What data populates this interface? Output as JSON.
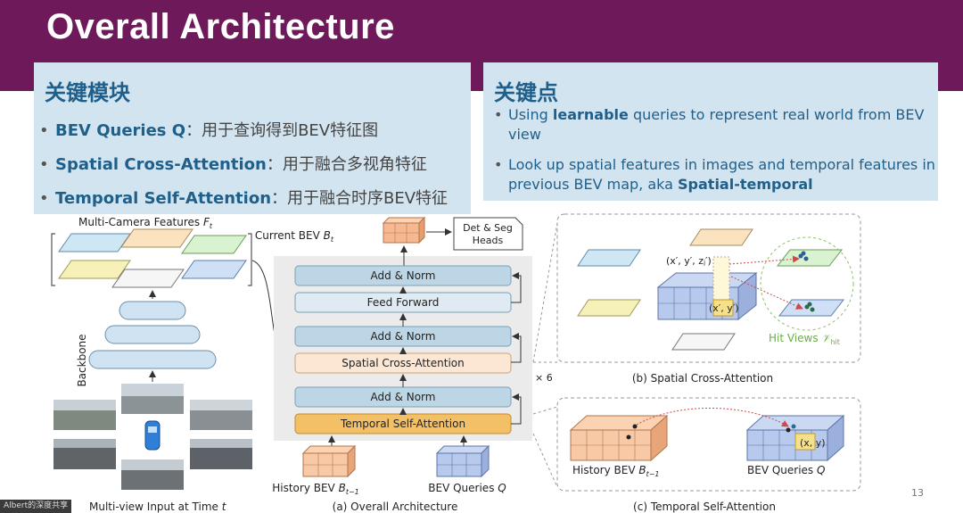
{
  "slide": {
    "title": "Overall Architecture",
    "page_number": "13",
    "watermark": "Albert的深度共享"
  },
  "left_box": {
    "heading": "关键模块",
    "items": [
      {
        "term": "BEV Queries Q",
        "desc": "：用于查询得到BEV特征图"
      },
      {
        "term": "Spatial Cross-Attention",
        "desc": "：用于融合多视角特征"
      },
      {
        "term": "Temporal Self-Attention",
        "desc": "：用于融合时序BEV特征"
      }
    ]
  },
  "right_box": {
    "heading": "关键点",
    "item1": {
      "pre": "Using ",
      "bold": "learnable",
      "post": " queries to represent real world from BEV view"
    },
    "item2": {
      "pre": "Look up spatial features in images and temporal features in previous BEV map, aka ",
      "bold": "Spatial-temporal"
    }
  },
  "diagram": {
    "multi_camera_label": "Multi-Camera Features",
    "multi_camera_sym": "F",
    "multi_camera_sub": "t",
    "backbone": "Backbone",
    "multiview_label": "Multi-view Input at Time",
    "multiview_sym": "t",
    "current_bev_label": "Current BEV",
    "current_bev_sym": "B",
    "current_bev_sub": "t",
    "heads_line1": "Det & Seg",
    "heads_line2": "Heads",
    "add_norm": "Add & Norm",
    "feed_forward": "Feed Forward",
    "spatial_cross_attention": "Spatial Cross-Attention",
    "temporal_self_attention": "Temporal Self-Attention",
    "repeat": "× 6",
    "history_bev_label": "History BEV",
    "history_bev_sym": "B",
    "history_bev_sub": "t−1",
    "bev_queries_label": "BEV Queries",
    "bev_queries_sym": "Q",
    "caption_a": "(a) Overall Architecture",
    "caption_b": "(b) Spatial Cross-Attention",
    "caption_c": "(c) Temporal Self-Attention",
    "point_3d": "(x′, y′, zⱼ′)",
    "point_2d": "(x′, y′)",
    "hit_views_label": "Hit Views",
    "hit_views_sym": "𝒱",
    "hit_views_sub": "hit",
    "point_xy": "(x, y)"
  },
  "colors": {
    "title_bar": "#6e1a5a",
    "box_bg": "#d2e4ef",
    "heading_blue": "#1f5f8b",
    "block_blue": "#bcd6e6",
    "block_cross": "#fbe7d3",
    "block_temporal": "#f4c067",
    "bev_orange": "#f7c9a6",
    "bev_blue": "#b7c9ec",
    "hit_green": "#8bbf6a"
  }
}
